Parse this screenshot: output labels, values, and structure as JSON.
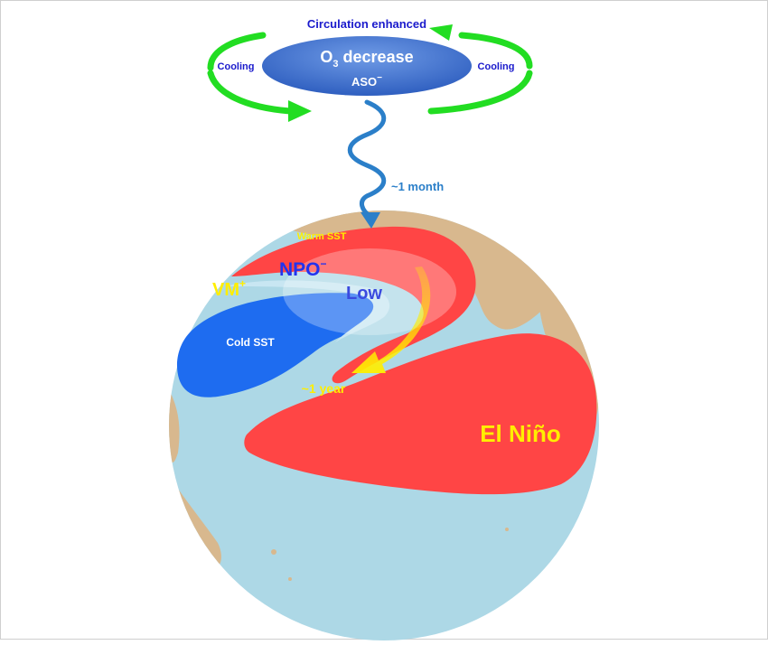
{
  "top": {
    "circulation_label": "Circulation enhanced",
    "cooling_left": "Cooling",
    "cooling_right": "Cooling",
    "ozone_prefix": "O",
    "ozone_sub": "3",
    "ozone_rest": " decrease",
    "aso_label": "ASO",
    "aso_sup": "−",
    "month_label": "~1 month"
  },
  "globe": {
    "warm_sst": "Warm SST",
    "cold_sst": "Cold SST",
    "npo_label": "NPO",
    "npo_sup": "−",
    "low_label": "Low",
    "vm_label": "VM",
    "vm_sup": "+",
    "year_label": "~1 year",
    "el_nino": "El Niño"
  },
  "colors": {
    "ocean": "#add8e6",
    "land": "#d8b88e",
    "warm": "#ff4545",
    "cold": "#1e6cf0",
    "arrow_green": "#22dd22",
    "ellipse_blue": "#3a6fd0",
    "label_blue": "#1a1acc",
    "month_blue": "#2b7fc9",
    "yellow": "#ffee00"
  }
}
